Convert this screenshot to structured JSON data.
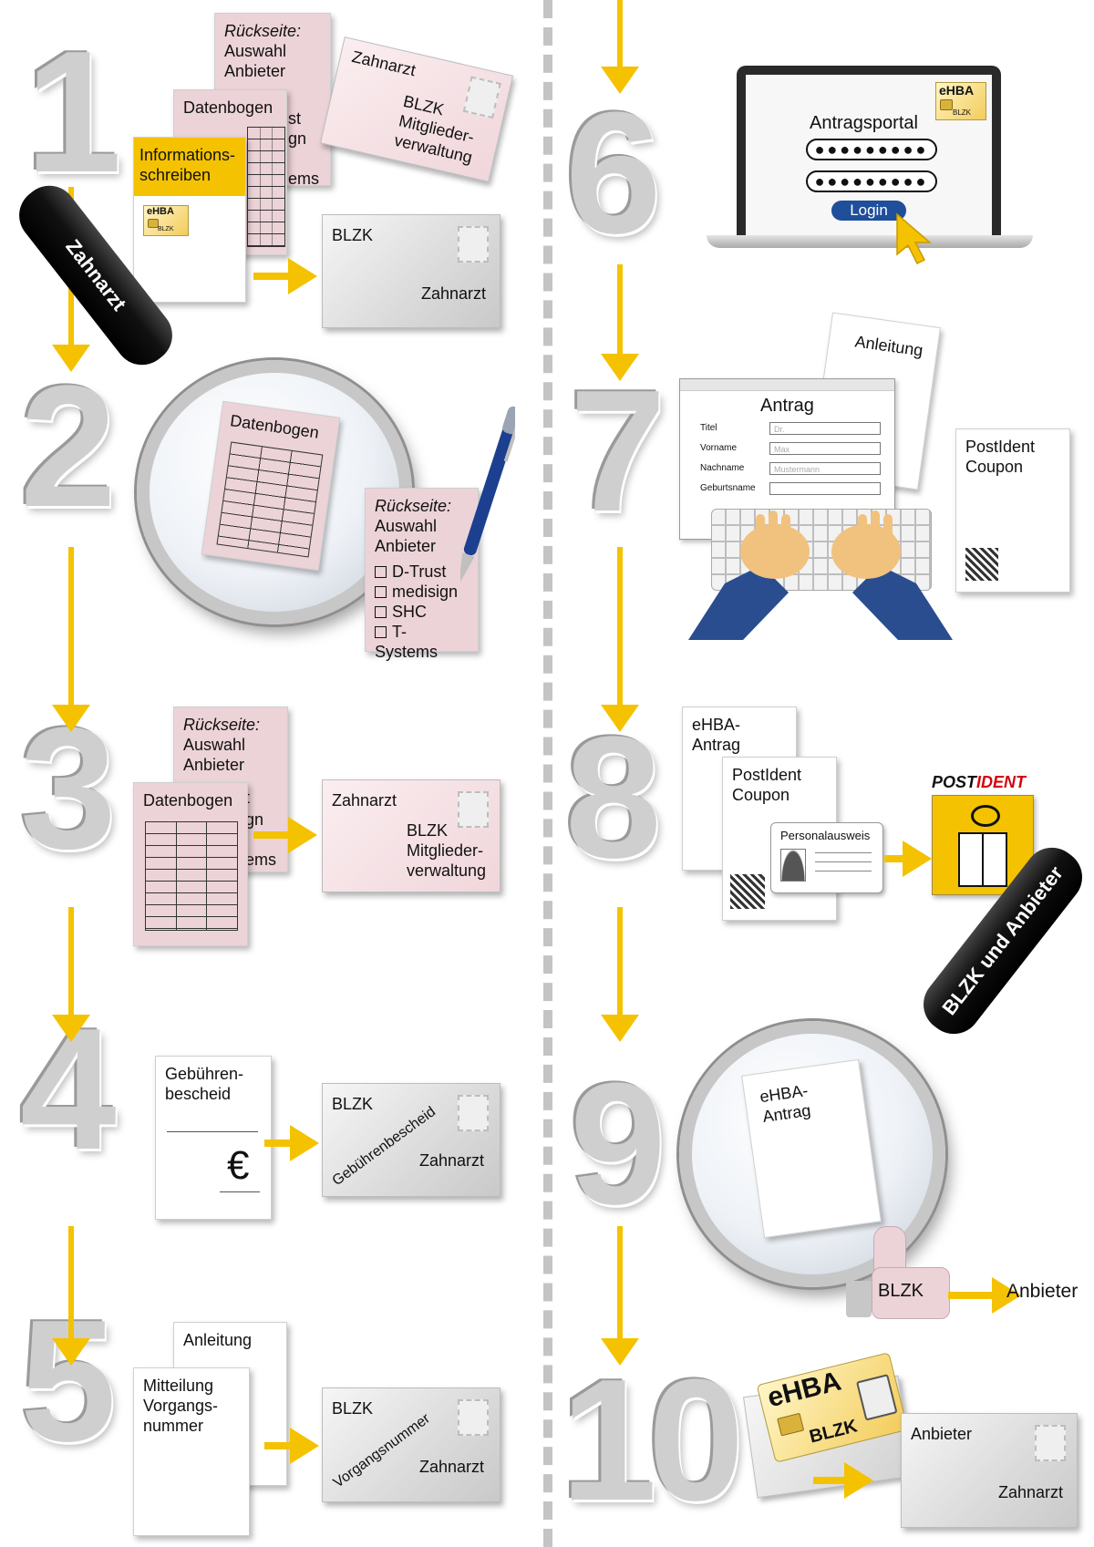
{
  "numbers": [
    "1",
    "2",
    "3",
    "4",
    "5",
    "6",
    "7",
    "8",
    "9",
    "10"
  ],
  "step1": {
    "ruckseite_title": "Rückseite:",
    "ruckseite_text": "Auswahl Anbieter",
    "partial_lines": [
      "st",
      "gn",
      "ems"
    ],
    "datenbogen": "Datenbogen",
    "info_text": "Informations-\nschreiben",
    "card_label": "eHBA",
    "card_sub": "BLZK",
    "pink_envelope_from": "Zahnarzt",
    "pink_envelope_to": "BLZK\nMitglieder-\nverwaltung",
    "grey_envelope_from": "BLZK",
    "grey_envelope_to": "Zahnarzt"
  },
  "step2": {
    "handle_label": "Zahnarzt",
    "datenbogen": "Datenbogen",
    "ruckseite_title": "Rückseite:",
    "ruckseite_text": "Auswahl\nAnbieter",
    "options": [
      "D-Trust",
      "medisign",
      "SHC",
      "T-Systems"
    ]
  },
  "step3": {
    "ruckseite_title": "Rückseite:",
    "ruckseite_text": "Auswahl\nAnbieter",
    "partial_lines": [
      "t",
      "gn",
      "ems"
    ],
    "datenbogen": "Datenbogen",
    "envelope_from": "Zahnarzt",
    "envelope_to": "BLZK\nMitglieder-\nverwaltung"
  },
  "step4": {
    "doc_title": "Gebühren-\nbescheid",
    "currency": "€",
    "envelope_from": "BLZK",
    "envelope_diag": "Gebührenbescheid",
    "envelope_to": "Zahnarzt"
  },
  "step5": {
    "anleitung": "Anleitung",
    "mitteilung": "Mitteilung\nVorgangs-\nnummer",
    "envelope_from": "BLZK",
    "envelope_diag": "Vorgangsnummer",
    "envelope_to": "Zahnarzt"
  },
  "step6": {
    "portal_title": "Antragsportal",
    "password_dots": "●●●●●●●●●",
    "login": "Login",
    "card_label": "eHBA",
    "card_sub": "BLZK"
  },
  "step7": {
    "anleitung": "Anleitung",
    "antrag_title": "Antrag",
    "fields": [
      {
        "label": "Titel",
        "placeholder": "Dr."
      },
      {
        "label": "Vorname",
        "placeholder": "Max"
      },
      {
        "label": "Nachname",
        "placeholder": "Mustermann"
      },
      {
        "label": "Geburtsname",
        "placeholder": ""
      }
    ],
    "coupon": "PostIdent\nCoupon"
  },
  "step8": {
    "antrag": "eHBA-Antrag",
    "coupon": "PostIdent\nCoupon",
    "ausweis": "Personalausweis",
    "postident_post": "POST",
    "postident_ident": "IDENT"
  },
  "step9": {
    "handle_label": "BLZK und Anbieter",
    "antrag": "eHBA-Antrag",
    "blzk": "BLZK",
    "anbieter": "Anbieter"
  },
  "step10": {
    "card_label": "eHBA",
    "card_sub": "BLZK",
    "envelope_from": "Anbieter",
    "envelope_to": "Zahnarzt"
  },
  "colors": {
    "accent": "#f4c200",
    "pink": "#ecd3d8",
    "grey_number": "#cfcfcf",
    "postident_red": "#d40511",
    "login_blue": "#1f4e9a"
  }
}
